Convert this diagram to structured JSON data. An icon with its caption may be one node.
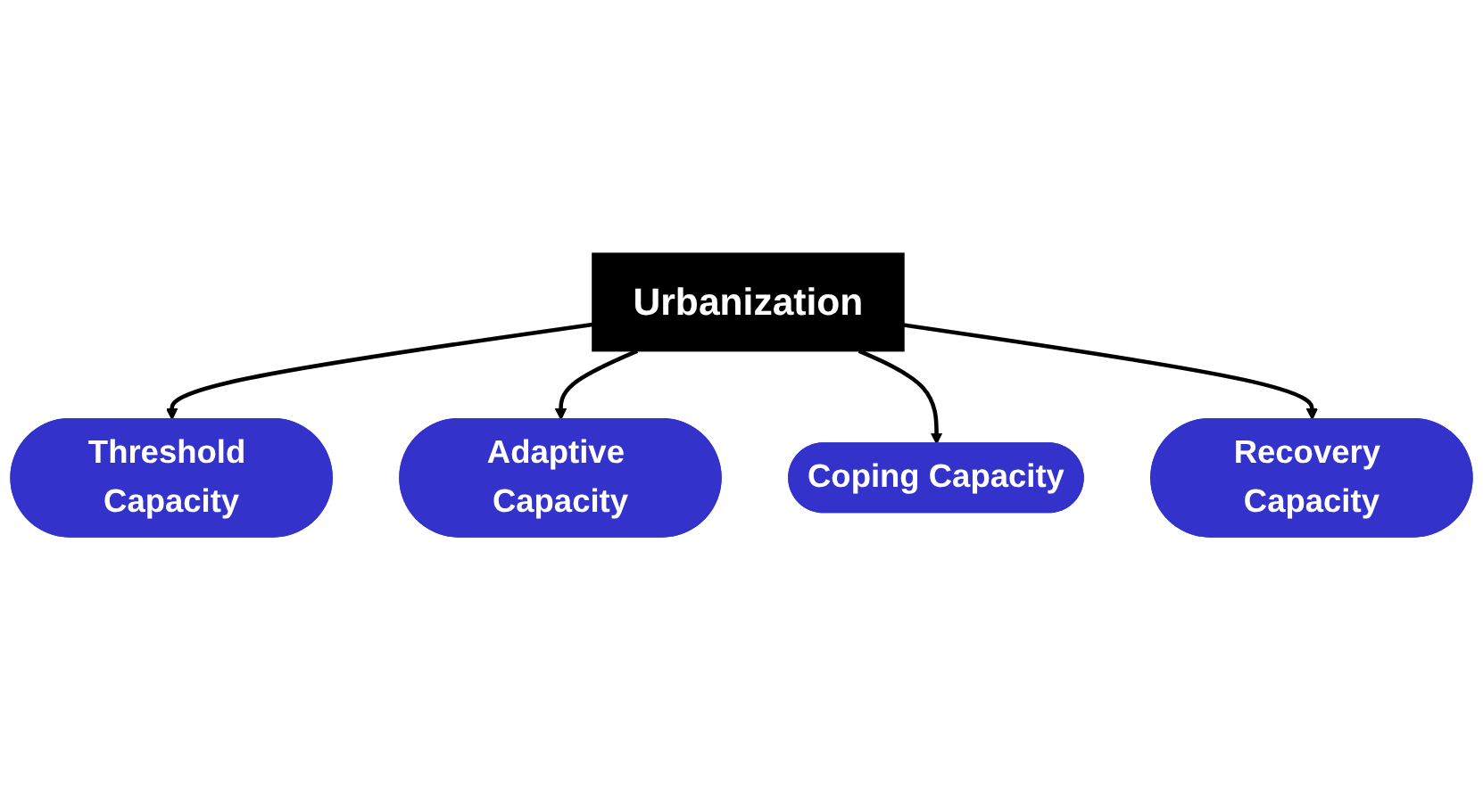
{
  "diagram": {
    "nodes": [
      {
        "text": [
          "Threshold Capacity"
        ]
      },
      {
        "text": [
          "Adaptive Capacity"
        ]
      },
      {
        "text": [
          "Urbanization"
        ]
      },
      {
        "text": [
          "Coping Capacity"
        ]
      },
      {
        "text": [
          "Recovery Capacity"
        ]
      }
    ],
    "edges": [
      {
        "from": 2,
        "to": 0,
        "arrow": "to"
      },
      {
        "from": 2,
        "to": 1,
        "arrow": "to"
      },
      {
        "from": 2,
        "to": 3,
        "arrow": "to"
      },
      {
        "from": 2,
        "to": 4,
        "arrow": "to"
      }
    ]
  }
}
